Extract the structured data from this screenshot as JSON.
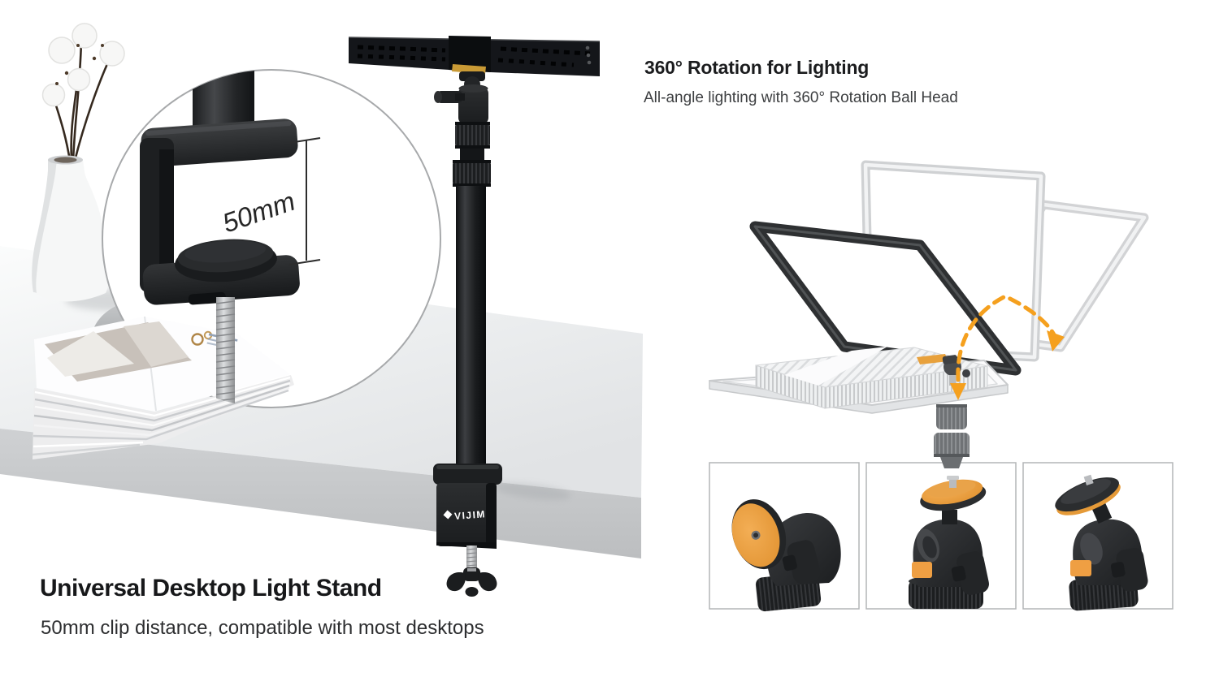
{
  "left_section": {
    "title": "Universal Desktop Light Stand",
    "subtitle": "50mm clip distance, compatible with most desktops",
    "inset_measure_label": "50mm",
    "clamp_logo": "VIJIM"
  },
  "right_section": {
    "title": "360° Rotation for Lighting",
    "subtitle": "All-angle lighting with 360° Rotation Ball Head"
  },
  "colors": {
    "accent_orange": "#F5A01E",
    "disc_orange": "#EF9F43",
    "title_text": "#17181a",
    "subtitle_text": "#2d2e30",
    "desk_gray": "#e6e8ea",
    "product_black": "#1d1f21"
  },
  "thumbnails": [
    {
      "name": "ball-head-disc-facing-left"
    },
    {
      "name": "ball-head-upright"
    },
    {
      "name": "ball-head-tilted"
    }
  ]
}
